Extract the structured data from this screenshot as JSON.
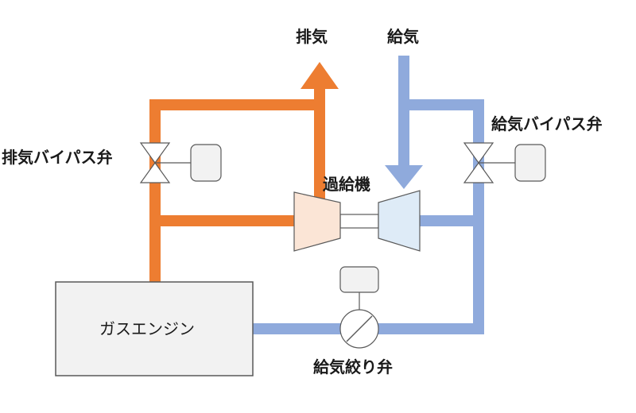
{
  "labels": {
    "exhaust": "排気",
    "intake": "給気",
    "exhaust_bypass_valve": "排気バイパス弁",
    "intake_bypass_valve": "給気バイパス弁",
    "turbocharger": "過給機",
    "gas_engine": "ガスエンジン",
    "intake_throttle_valve": "給気絞り弁"
  },
  "colors": {
    "exhaust_line": "#ed7d31",
    "intake_line": "#8faadc",
    "turbine_fill": "#fbe5d6",
    "compressor_fill": "#deebf7",
    "engine_fill": "#f2f2f2",
    "actuator_fill": "#f2f2f2",
    "outline": "#595959"
  }
}
